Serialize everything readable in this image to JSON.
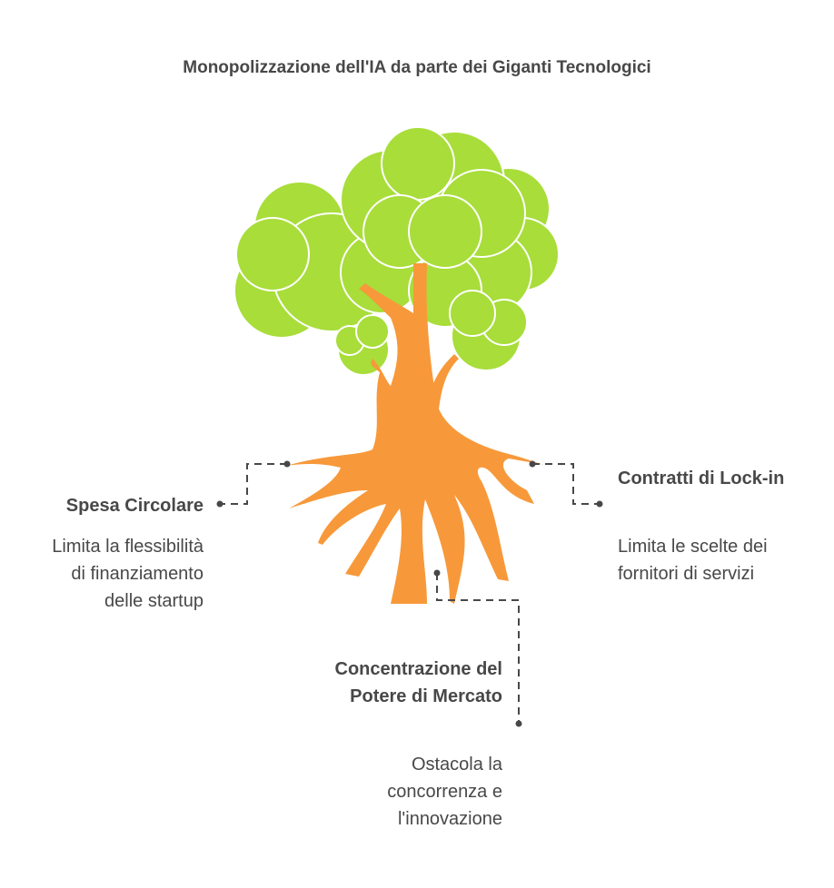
{
  "title": "Monopolizzazione dell'IA da parte dei Giganti Tecnologici",
  "colors": {
    "foliage": "#A8DD3A",
    "trunk": "#F7993A",
    "connector": "#484848",
    "text": "#484848"
  },
  "items": [
    {
      "title": "Spesa Circolare",
      "description": "Limita la flessibilità di finanziamento delle startup"
    },
    {
      "title": "Contratti di Lock-in",
      "description": "Limita le scelte dei fornitori di servizi"
    },
    {
      "title": "Concentrazione del Potere di Mercato",
      "description": "Ostacola la concorrenza e l'innovazione"
    }
  ]
}
